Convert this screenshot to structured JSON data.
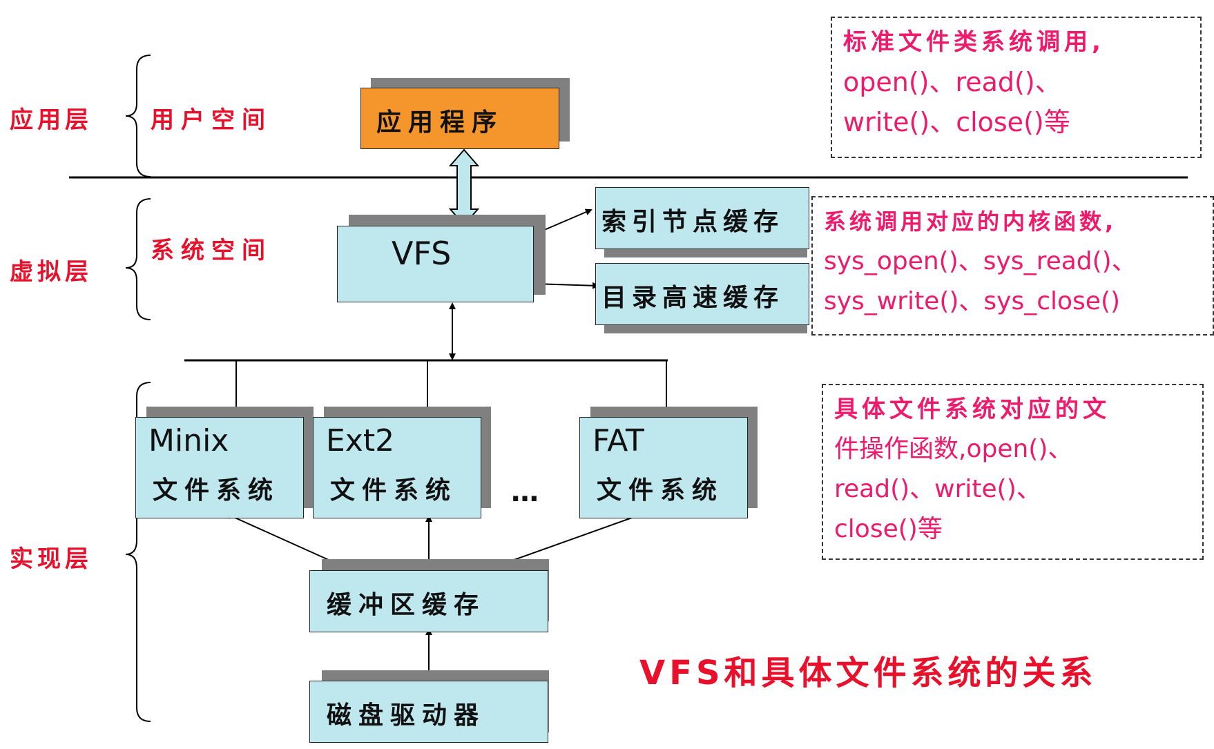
{
  "layers": {
    "app_layer": "应用层",
    "virtual_layer": "虚拟层",
    "impl_layer": "实现层"
  },
  "spaces": {
    "user_space": "用户空间",
    "system_space": "系统空间"
  },
  "boxes": {
    "app": "应用程序",
    "vfs": "VFS",
    "inode_cache": "索引节点缓存",
    "dentry_cache": "目录高速缓存",
    "minix_name": "Minix",
    "ext2_name": "Ext2",
    "fat_name": "FAT",
    "fs_suffix": "文件系统",
    "ellipsis": "…",
    "buffer_cache": "缓冲区缓存",
    "disk_driver": "磁盘驱动器"
  },
  "notes": {
    "syscalls": [
      "标准文件类系统调用,",
      "open()、read()、",
      "write()、close()等"
    ],
    "kernel_funcs": [
      "系统调用对应的内核函数,",
      "sys_open()、sys_read()、",
      "sys_write()、sys_close()"
    ],
    "fs_ops": [
      "具体文件系统对应的文",
      "件操作函数,open()、",
      "read()、write()、",
      "close()等"
    ]
  },
  "caption": "VFS和具体文件系统的关系",
  "colors": {
    "box_blue": "#bfe7ee",
    "box_orange": "#f5962d",
    "label_red": "#e8102a",
    "note_pink": "#ee1a6c"
  }
}
